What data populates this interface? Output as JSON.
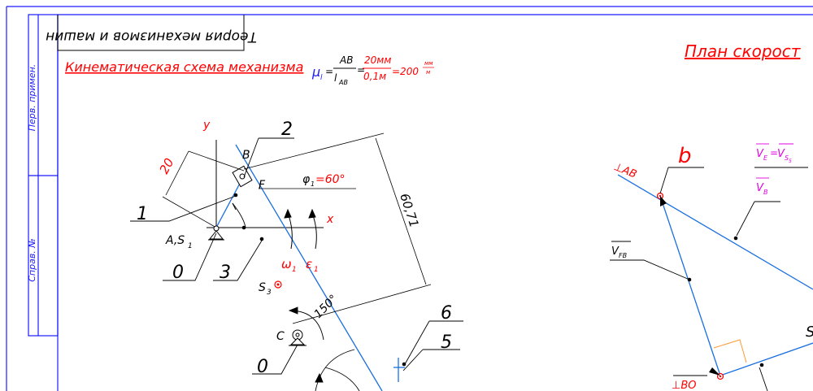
{
  "title_block": {
    "stamp_title": "Теория механизмов и машин",
    "side_label_top": "Перв. примен.",
    "side_label_bottom": "Справ. №"
  },
  "kinematic_scheme": {
    "heading": "Кинематическая схема механизма",
    "scale": {
      "mu": "μ",
      "mu_sub": "l",
      "num": "AB",
      "den": "l",
      "den_sub": "AB",
      "eq1": "=",
      "val_num": "20мм",
      "val_den": "0,1м",
      "eq2": "=200",
      "unit_num": "мм",
      "unit_den": "м"
    },
    "labels": {
      "y_axis": "y",
      "x_axis": "x",
      "point_b": "B",
      "point_f": "F",
      "point_a": "A,S",
      "point_a_sub": "1",
      "point_s3": "S",
      "point_s3_sub": "3",
      "point_c": "C",
      "link_1": "1",
      "link_2": "2",
      "link_3": "3",
      "ground_0a": "0",
      "ground_0b": "0",
      "link_5": "5",
      "link_6": "6",
      "dim_20": "20",
      "dim_6071": "60,71",
      "phi": "φ",
      "phi_sub": "1",
      "phi_val": "=60°",
      "omega": "ω",
      "omega_sub": "1",
      "eps": "ε",
      "eps_sub": "1",
      "angle_150": "150°"
    }
  },
  "velocity_plan": {
    "heading": "План скорост",
    "labels": {
      "b": "b",
      "perp_ab": "⊥AB",
      "perp_bo": "⊥BO",
      "v_e": "V",
      "v_e_sub": "E",
      "v_eq": "=",
      "v_s": "V",
      "v_s_sub": "S",
      "v_s_subsub": "5",
      "v_b": "V",
      "v_b_sub": "B",
      "v_fb": "V",
      "v_fb_sub": "FB",
      "edge_char": "S"
    }
  },
  "colors": {
    "frame": "#1a1aff",
    "ink": "#000000",
    "red": "#ff0000",
    "magenta": "#e000e0",
    "link": "#1a6fe0",
    "orange": "#ff9933"
  }
}
